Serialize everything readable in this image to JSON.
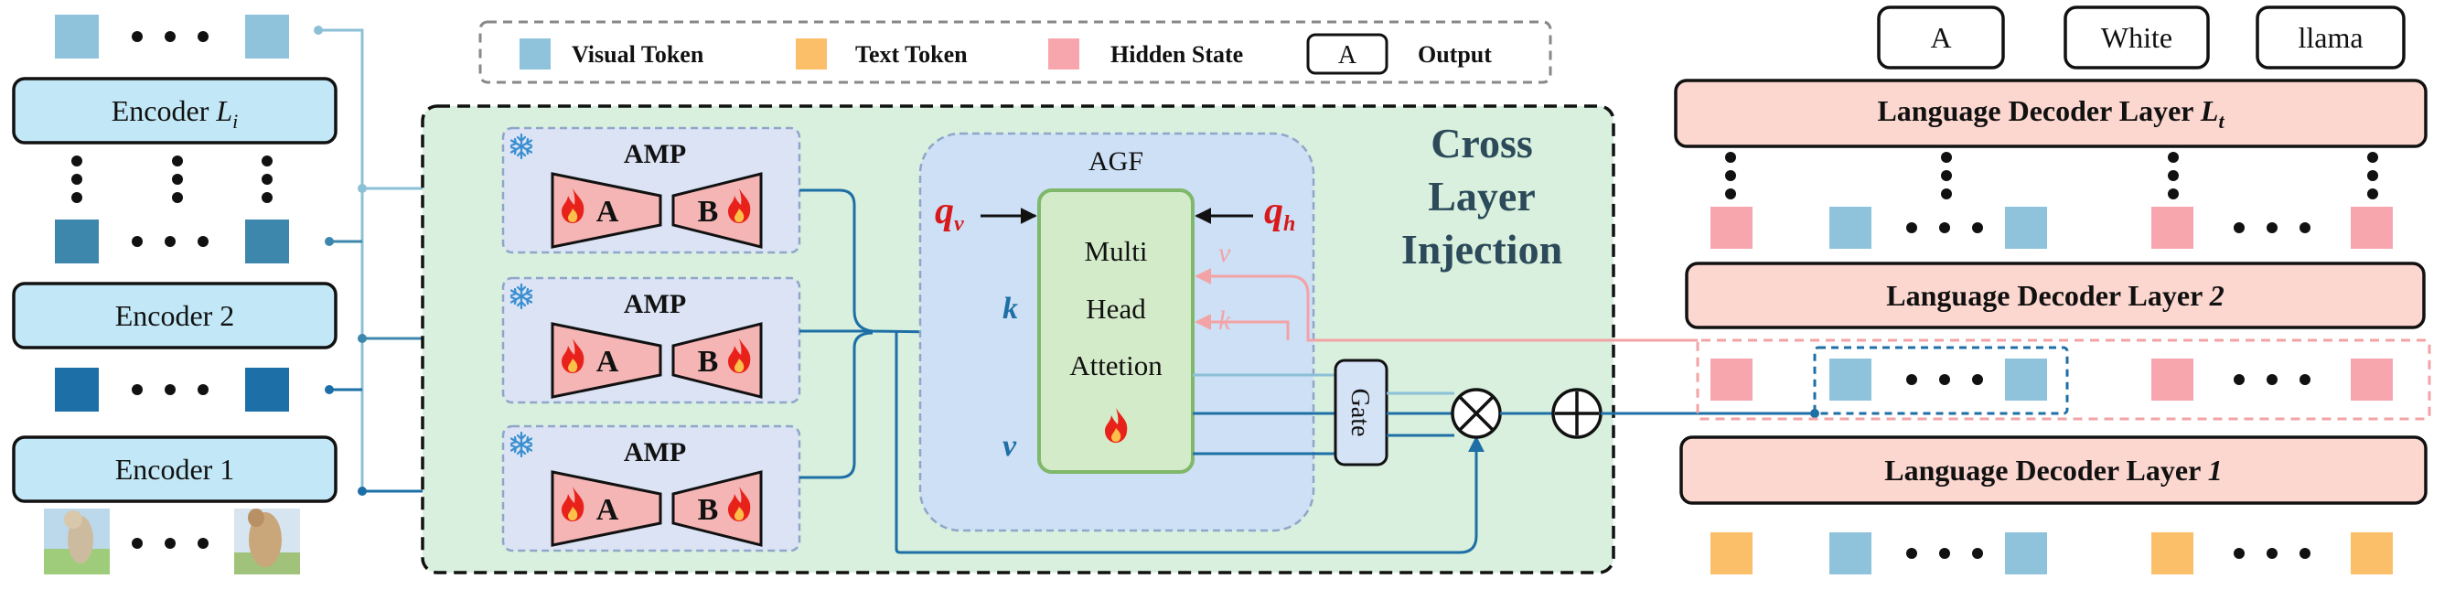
{
  "legend": {
    "visual_token": "Visual Token",
    "text_token": "Text Token",
    "hidden_state": "Hidden State",
    "output_box": "A",
    "output": "Output"
  },
  "outputs": [
    "A",
    "White",
    "llama"
  ],
  "encoders": {
    "top_prefix": "Encoder ",
    "top_var": "L",
    "top_sub": "i",
    "enc2": "Encoder 2",
    "enc1": "Encoder 1"
  },
  "amp": {
    "label": "AMP",
    "a": "A",
    "b": "B"
  },
  "agf": {
    "label": "AGF",
    "mha1": "Multi",
    "mha2": "Head",
    "mha3": "Attetion",
    "q_v": "q",
    "q_v_sub": "v",
    "q_h": "q",
    "q_h_sub": "h",
    "k": "k",
    "v": "v",
    "k_h": "k",
    "v_h": "v"
  },
  "gate": "Gate",
  "cross_layer": {
    "line1": "Cross",
    "line2": "Layer",
    "line3": "Injection"
  },
  "decoder": {
    "top_prefix": "Language Decoder Layer ",
    "top_var": "L",
    "top_sub": "t",
    "l2_prefix": "Language Decoder Layer ",
    "l2_var": "2",
    "l1_prefix": "Language Decoder Layer ",
    "l1_var": "1"
  },
  "colors": {
    "visual_token": "#8fc3dc",
    "visual_token_mid": "#3d87ad",
    "visual_token_dark": "#1d6fa8",
    "text_token": "#fbbf6a",
    "hidden_state": "#f7a6ae",
    "encoder_fill": "#c2e8f7",
    "decoder_fill": "#fcd7cf",
    "cross_layer_bg": "#d8f0dd",
    "agf_bg": "#cde0f5",
    "amp_bg": "#dbe3f5",
    "mha_fill": "#d3ebc9",
    "mha_stroke": "#7fb86a",
    "trapezoid_fill": "#f5b5b5",
    "arrow_blue": "#1e6fa6",
    "arrow_light": "#8cc0d6",
    "arrow_pink": "#f3a3a6",
    "red_text": "#d8191c",
    "gate_fill": "#d5e3f7",
    "title_dark": "#2c4a5a"
  }
}
